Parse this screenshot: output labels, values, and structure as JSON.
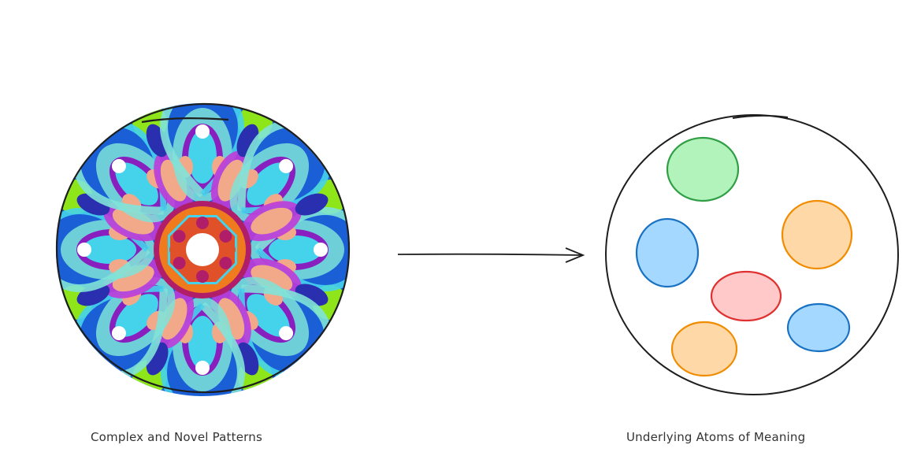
{
  "labels": {
    "left": "Complex and Novel Patterns",
    "right": "Underlying Atoms of Meaning"
  },
  "colors": {
    "stroke": "#1e1e1e",
    "pattern_base": "#1a5fd6",
    "pattern_palette": [
      "#e0512a",
      "#f07a1e",
      "#8a1fbf",
      "#c03ad8",
      "#45d3ec",
      "#7fe3d8",
      "#f2a98a",
      "#8ee61a",
      "#2a2fb0",
      "#b01e6a",
      "#19b36b"
    ],
    "atoms": [
      {
        "name": "green",
        "fill": "#b2f2bb",
        "stroke": "#2f9e44"
      },
      {
        "name": "orange",
        "fill": "#ffd8a8",
        "stroke": "#f08c00"
      },
      {
        "name": "blue",
        "fill": "#a5d8ff",
        "stroke": "#1971c2"
      },
      {
        "name": "red",
        "fill": "#ffc9c9",
        "stroke": "#e03131"
      },
      {
        "name": "blue",
        "fill": "#a5d8ff",
        "stroke": "#1971c2"
      },
      {
        "name": "orange",
        "fill": "#ffd8a8",
        "stroke": "#f08c00"
      }
    ]
  }
}
